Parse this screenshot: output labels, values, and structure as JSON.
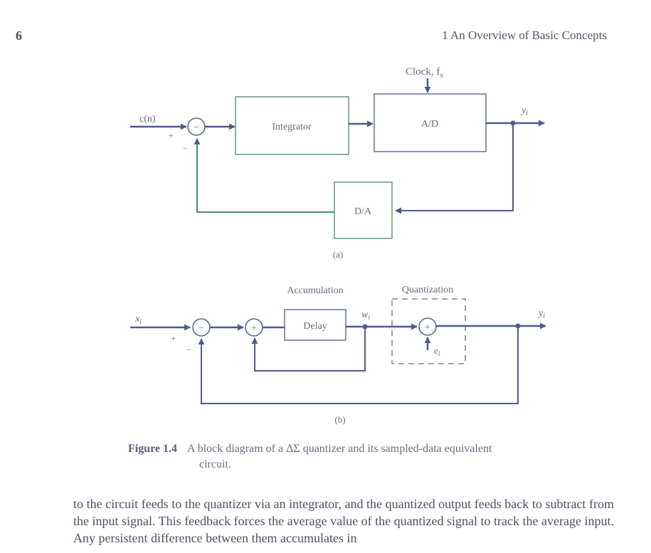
{
  "header": {
    "page_number": "6",
    "running_head": "1  An Overview of Basic Concepts"
  },
  "diagram_a": {
    "input_label": "c(n)",
    "plus_sign": "+",
    "minus_sign": "−",
    "junction_symbol": "−",
    "integrator_label": "Integrator",
    "ad_label": "A/D",
    "clock_label": "Clock, f",
    "clock_sub": "s",
    "output_label": "y",
    "output_sub": "i",
    "da_label": "D/A",
    "sublabel": "(a)"
  },
  "diagram_b": {
    "input_label": "x",
    "input_sub": "i",
    "plus_sign": "+",
    "minus_sign": "−",
    "junction1_symbol": "−",
    "junction2_symbol": "+",
    "accumulation_label": "Accumulation",
    "delay_label": "Delay",
    "w_label": "w",
    "w_sub": "i",
    "quantization_label": "Quantization",
    "junction3_symbol": "+",
    "e_label": "e",
    "e_sub": "i",
    "output_label": "y",
    "output_sub": "i",
    "sublabel": "(b)"
  },
  "caption": {
    "label": "Figure 1.4",
    "line1": "A block diagram of a ΔΣ quantizer and its sampled-data equivalent",
    "line2": "circuit."
  },
  "body": {
    "text": "to the circuit feeds to the quantizer via an integrator, and the quantized output feeds back to subtract from the input signal. This feedback forces the average value of the quantized signal to track the average input. Any persistent difference between them accumulates in"
  },
  "colors": {
    "arrow_blue": "#4f5a8e",
    "feedback_green": "#4e8a6a",
    "box_green": "#5b8f6e",
    "ink": "#55556a"
  }
}
